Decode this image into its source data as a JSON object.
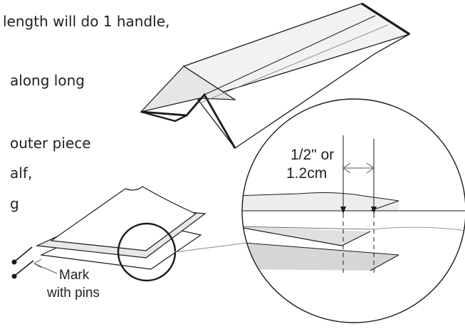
{
  "instructions": {
    "line1": "length will do 1 handle,",
    "line2": "along long",
    "line3": "outer piece",
    "line4": "alf,",
    "line5": "g"
  },
  "labels": {
    "mark_line1": "Mark",
    "mark_line2": "with pins",
    "measure_line1": "1/2\" or",
    "measure_line2": "1.2cm"
  },
  "colors": {
    "line": "#1a1a1a",
    "shade": "#d9d9d9",
    "light_shade": "#ededed",
    "faint_line": "#888888"
  }
}
